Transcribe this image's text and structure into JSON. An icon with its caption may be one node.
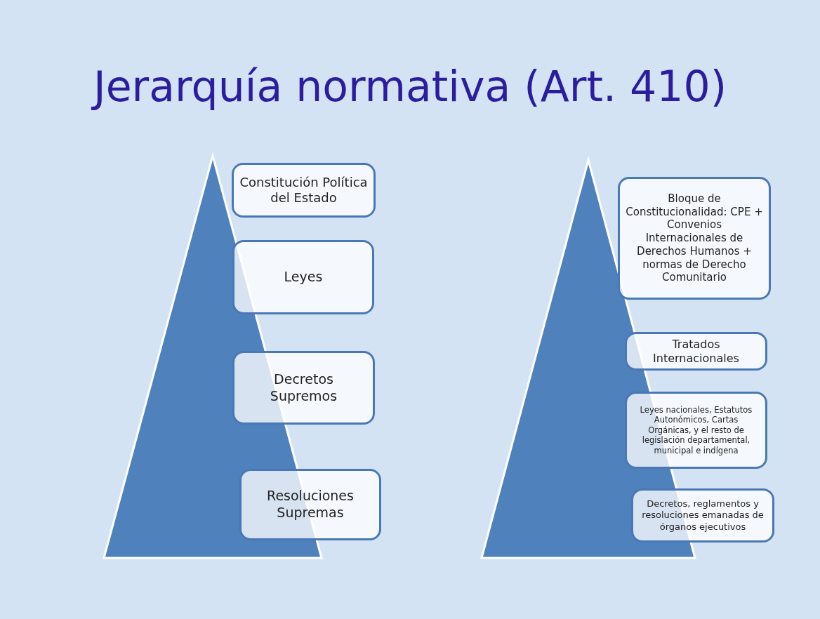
{
  "diagram": {
    "title": "Jerarquía normativa (Art. 410)",
    "nodes": [
      {
        "text": [],
        "shape": "triangle"
      },
      {
        "text": [
          "Constitución Política del Estado"
        ]
      },
      {
        "text": [
          "Leyes"
        ]
      },
      {
        "text": [
          "Decretos Supremos"
        ]
      },
      {
        "text": [
          "Resoluciones Supremas"
        ]
      },
      {
        "text": [],
        "shape": "triangle"
      },
      {
        "text": [
          "Bloque de Constitucionalidad: CPE + Convenios Internacionales de Derechos Humanos + normas de Derecho Comunitario"
        ]
      },
      {
        "text": [
          "Tratados Internacionales"
        ]
      },
      {
        "text": [
          "Leyes nacionales, Estatutos Autonómicos, Cartas Orgánicas, y el resto de legislación departamental, municipal e indígena"
        ]
      },
      {
        "text": [
          "Decretos, reglamentos y resoluciones emanadas de órganos ejecutivos"
        ]
      }
    ]
  }
}
